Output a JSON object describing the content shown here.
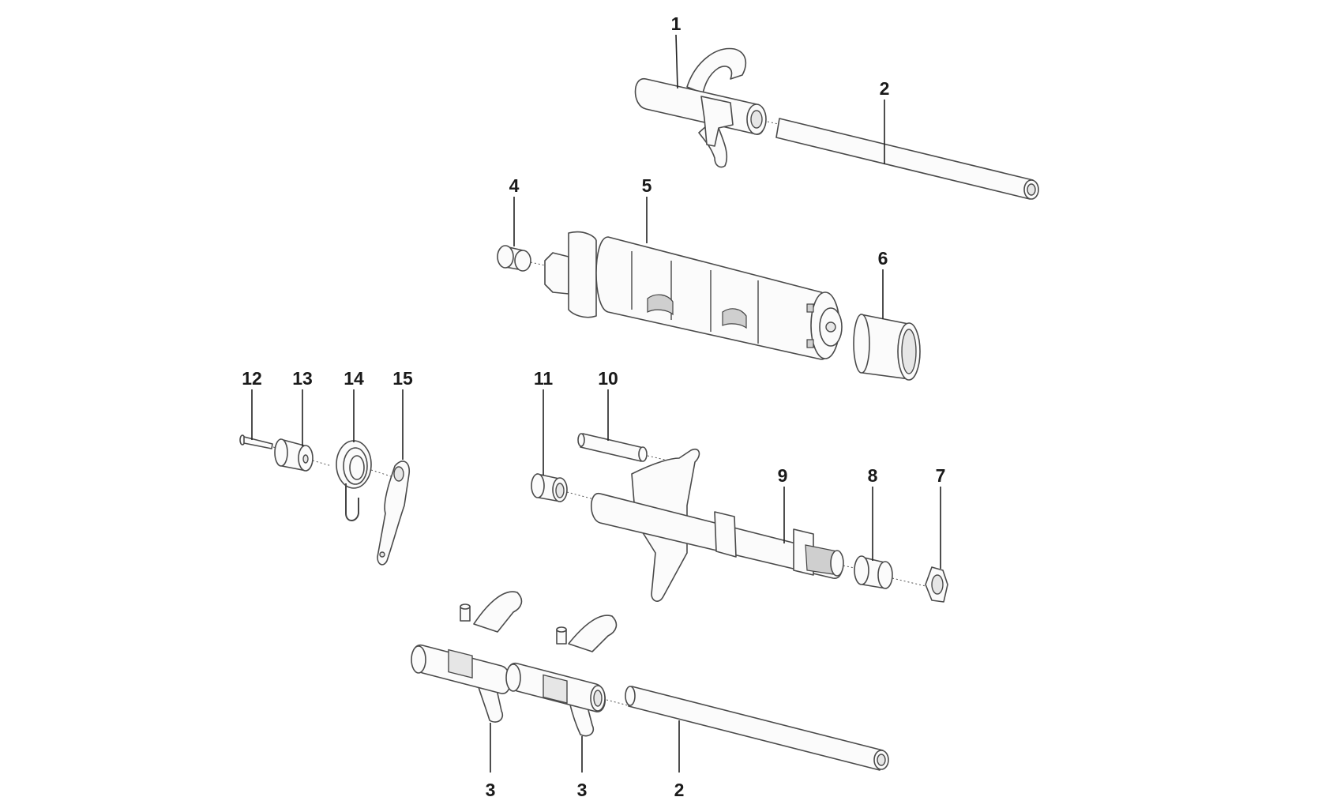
{
  "diagram": {
    "title": "Gear selector drum and forks exploded view",
    "labels": {
      "p1": "1",
      "p2_top": "2",
      "p2_bottom": "2",
      "p3_left": "3",
      "p3_right": "3",
      "p4": "4",
      "p5": "5",
      "p6": "6",
      "p7": "7",
      "p8": "8",
      "p9": "9",
      "p10": "10",
      "p11": "11",
      "p12": "12",
      "p13": "13",
      "p14": "14",
      "p15": "15"
    },
    "colors": {
      "line": "#4a4a4a",
      "fill": "#fbfbfb",
      "text": "#1a1a1a"
    }
  }
}
